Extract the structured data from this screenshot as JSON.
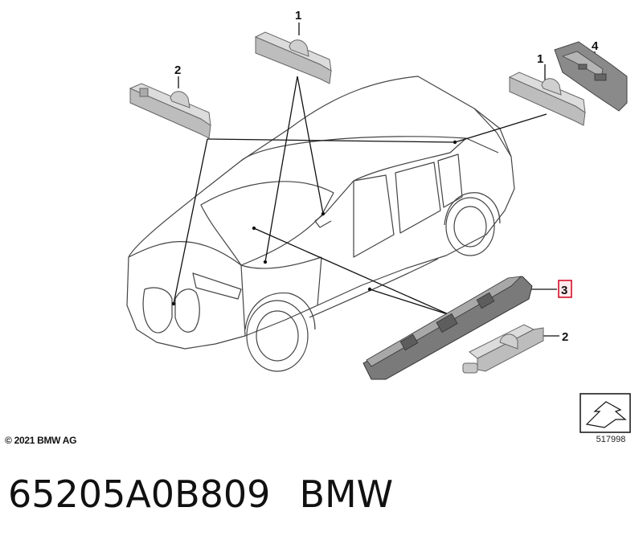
{
  "diagram": {
    "callouts": [
      {
        "id": "callout-1-top",
        "label": "1",
        "highlighted": false
      },
      {
        "id": "callout-2-left",
        "label": "2",
        "highlighted": false
      },
      {
        "id": "callout-1-right",
        "label": "1",
        "highlighted": false
      },
      {
        "id": "callout-4",
        "label": "4",
        "highlighted": false
      },
      {
        "id": "callout-3",
        "label": "3",
        "highlighted": true
      },
      {
        "id": "callout-2-bottom",
        "label": "2",
        "highlighted": false
      }
    ],
    "highlight_color": "#d0021b",
    "line_color": "#111111",
    "car_outline_color": "#444444",
    "part_fill_color": "#c8c8c8"
  },
  "footer": {
    "copyright": "© 2021 BMW AG",
    "diagram_number": "517998"
  },
  "caption": {
    "part_number": "65205A0B809",
    "brand": "BMW"
  }
}
